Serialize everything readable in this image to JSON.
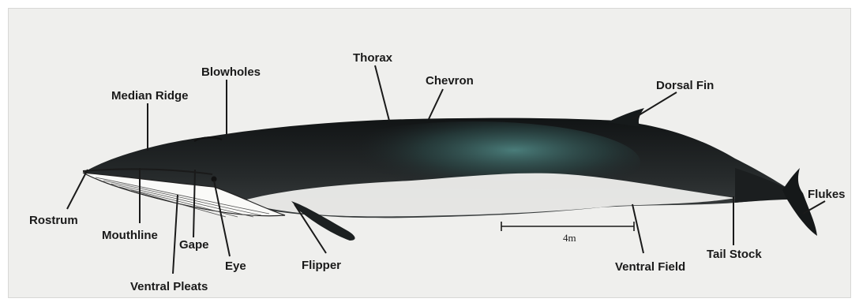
{
  "labels": {
    "rostrum": "Rostrum",
    "median_ridge": "Median Ridge",
    "blowholes": "Blowholes",
    "thorax": "Thorax",
    "chevron": "Chevron",
    "dorsal_fin": "Dorsal Fin",
    "flukes": "Flukes",
    "mouthline": "Mouthline",
    "gape": "Gape",
    "eye": "Eye",
    "ventral_pleats": "Ventral Pleats",
    "flipper": "Flipper",
    "ventral_field": "Ventral Field",
    "tail_stock": "Tail Stock"
  },
  "scale_bar": {
    "label": "4m"
  },
  "colors": {
    "background": "#efefed",
    "body_dark": "#1c1f21",
    "body_accent": "#3e6f6e",
    "belly": "#f4f4f2",
    "ink": "#1a1a1a"
  }
}
